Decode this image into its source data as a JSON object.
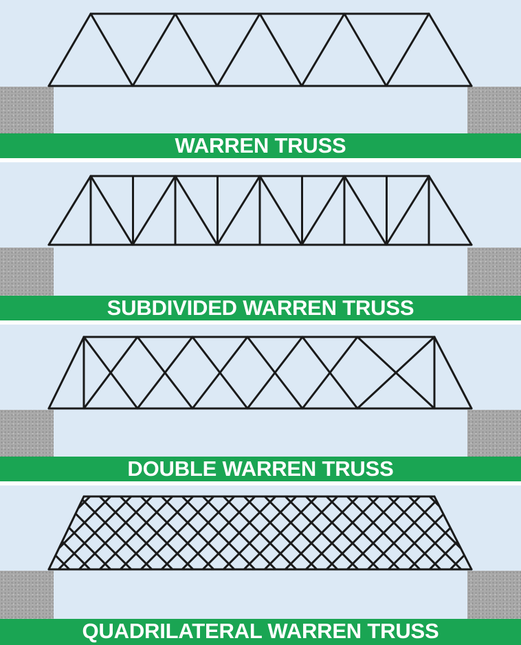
{
  "colors": {
    "background": "#dce9f5",
    "label_bar": "#1aa553",
    "label_text": "#ffffff",
    "truss_stroke": "#1a1a1a",
    "abutment": "#a9a9a9"
  },
  "trusses": [
    {
      "label": "WARREN TRUSS"
    },
    {
      "label": "SUBDIVIDED WARREN TRUSS"
    },
    {
      "label": "DOUBLE WARREN TRUSS"
    },
    {
      "label": "QUADRILATERAL WARREN TRUSS"
    }
  ]
}
